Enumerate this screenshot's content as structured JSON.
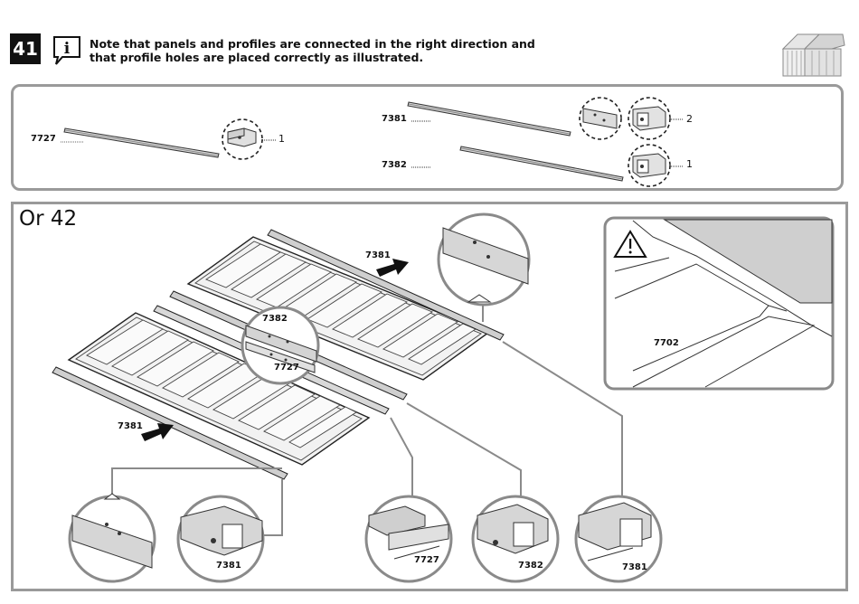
{
  "step": {
    "number": "41",
    "note_line1": "Note that panels and profiles are connected in the right direction and",
    "note_line2": "that profile holes are placed correctly as illustrated."
  },
  "parts": [
    {
      "code": "7727",
      "qty": "1"
    },
    {
      "code": "7381",
      "qty": "2"
    },
    {
      "code": "7382",
      "qty": "1"
    }
  ],
  "assembly": {
    "alt_label": "Or 42",
    "callouts": {
      "top_rail": "7381",
      "bottom_rail": "7381",
      "center_upper": "7382",
      "center_lower": "7727",
      "warning_detail": "7702",
      "detail_1": "7381",
      "detail_2": "7727",
      "detail_3": "7382",
      "detail_4": "7381"
    }
  },
  "icons": [
    "info-icon",
    "shed-icon",
    "warning-icon",
    "arrow-icon"
  ]
}
